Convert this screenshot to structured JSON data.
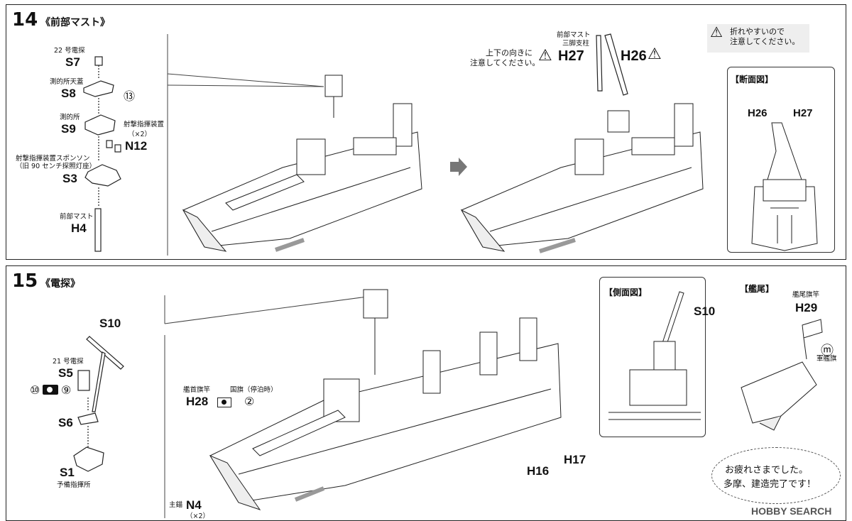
{
  "step14": {
    "number": "14",
    "title": "《前部マスト》",
    "parts": {
      "s7_label": "22 号電探",
      "s7": "S7",
      "s8_label": "測的所天蓋",
      "s8": "S8",
      "s8_marker": "⑬",
      "s9_label": "測的所",
      "s9": "S9",
      "n12_label": "射撃指揮装置",
      "n12_qty": "（×2）",
      "n12": "N12",
      "s3_label_1": "射撃指揮装置スポンソン",
      "s3_label_2": "（旧 90 センチ探照灯座）",
      "s3": "S3",
      "h4_label": "前部マスト",
      "h4": "H4"
    },
    "caution_1": "上下の向きに",
    "caution_2": "注意してください。",
    "h27_label_1": "前部マスト",
    "h27_label_2": "三脚支柱",
    "h27": "H27",
    "h26": "H26",
    "warning_1": "折れやすいので",
    "warning_2": "注意してください。",
    "section_title": "【断面図】",
    "section_h26": "H26",
    "section_h27": "H27"
  },
  "step15": {
    "number": "15",
    "title": "《電探》",
    "parts": {
      "s10": "S10",
      "s5_label": "21 号電探",
      "s5": "S5",
      "marker_10": "⑩",
      "marker_9": "⑨",
      "s6": "S6",
      "s1": "S1",
      "s1_label": "予備指揮所",
      "h28_label": "艦首旗竿",
      "h28": "H28",
      "flag_label": "国旗（停泊時）",
      "flag_marker": "②",
      "n4_label": "主錨",
      "n4": "N4",
      "n4_qty": "（×2）",
      "h16": "H16",
      "h17": "H17"
    },
    "side_view_title": "【側面図】",
    "side_s10": "S10",
    "stern_title": "【艦尾】",
    "h29_label": "艦尾旗竿",
    "h29": "H29",
    "ensign_marker": "ⓜ",
    "ensign_label": "軍艦旗",
    "finish_1": "お疲れさまでした。",
    "finish_2": "多摩、建造完了です！"
  },
  "watermark": "HOBBY SEARCH"
}
